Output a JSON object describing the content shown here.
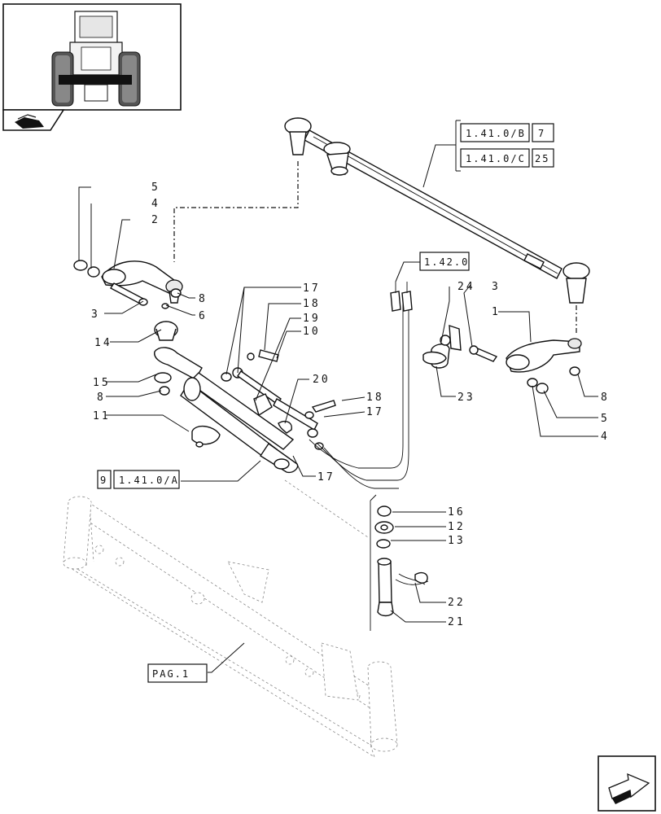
{
  "callouts": [
    {
      "id": "c5a",
      "text": "5"
    },
    {
      "id": "c4a",
      "text": "4"
    },
    {
      "id": "c2",
      "text": "2"
    },
    {
      "id": "c8a",
      "text": "8"
    },
    {
      "id": "c6",
      "text": "6"
    },
    {
      "id": "c3a",
      "text": "3"
    },
    {
      "id": "c14",
      "text": "14"
    },
    {
      "id": "c15",
      "text": "15"
    },
    {
      "id": "c8b",
      "text": "8"
    },
    {
      "id": "c11",
      "text": "11"
    },
    {
      "id": "c17a",
      "text": "17"
    },
    {
      "id": "c18a",
      "text": "18"
    },
    {
      "id": "c19",
      "text": "19"
    },
    {
      "id": "c10",
      "text": "10"
    },
    {
      "id": "c20",
      "text": "20"
    },
    {
      "id": "c18b",
      "text": "18"
    },
    {
      "id": "c17b",
      "text": "17"
    },
    {
      "id": "c17c",
      "text": "17"
    },
    {
      "id": "c24",
      "text": "24"
    },
    {
      "id": "c3b",
      "text": "3"
    },
    {
      "id": "c1",
      "text": "1"
    },
    {
      "id": "c23",
      "text": "23"
    },
    {
      "id": "c8c",
      "text": "8"
    },
    {
      "id": "c5b",
      "text": "5"
    },
    {
      "id": "c4b",
      "text": "4"
    },
    {
      "id": "c16",
      "text": "16"
    },
    {
      "id": "c12",
      "text": "12"
    },
    {
      "id": "c13",
      "text": "13"
    },
    {
      "id": "c22",
      "text": "22"
    },
    {
      "id": "c21",
      "text": "21"
    }
  ],
  "references": {
    "ref_141B": "1.41.0/B",
    "ref_141B_num": "7",
    "ref_141C": "1.41.0/C",
    "ref_141C_num": "25",
    "ref_142": "1.42.0",
    "ref_141A_num": "9",
    "ref_141A": "1.41.0/A",
    "ref_pag": "PAG.1"
  },
  "icons": {
    "thumbnail": "tractor-front-thumbnail",
    "folder": "book-folder-icon",
    "next": "next-page-arrow-icon"
  }
}
